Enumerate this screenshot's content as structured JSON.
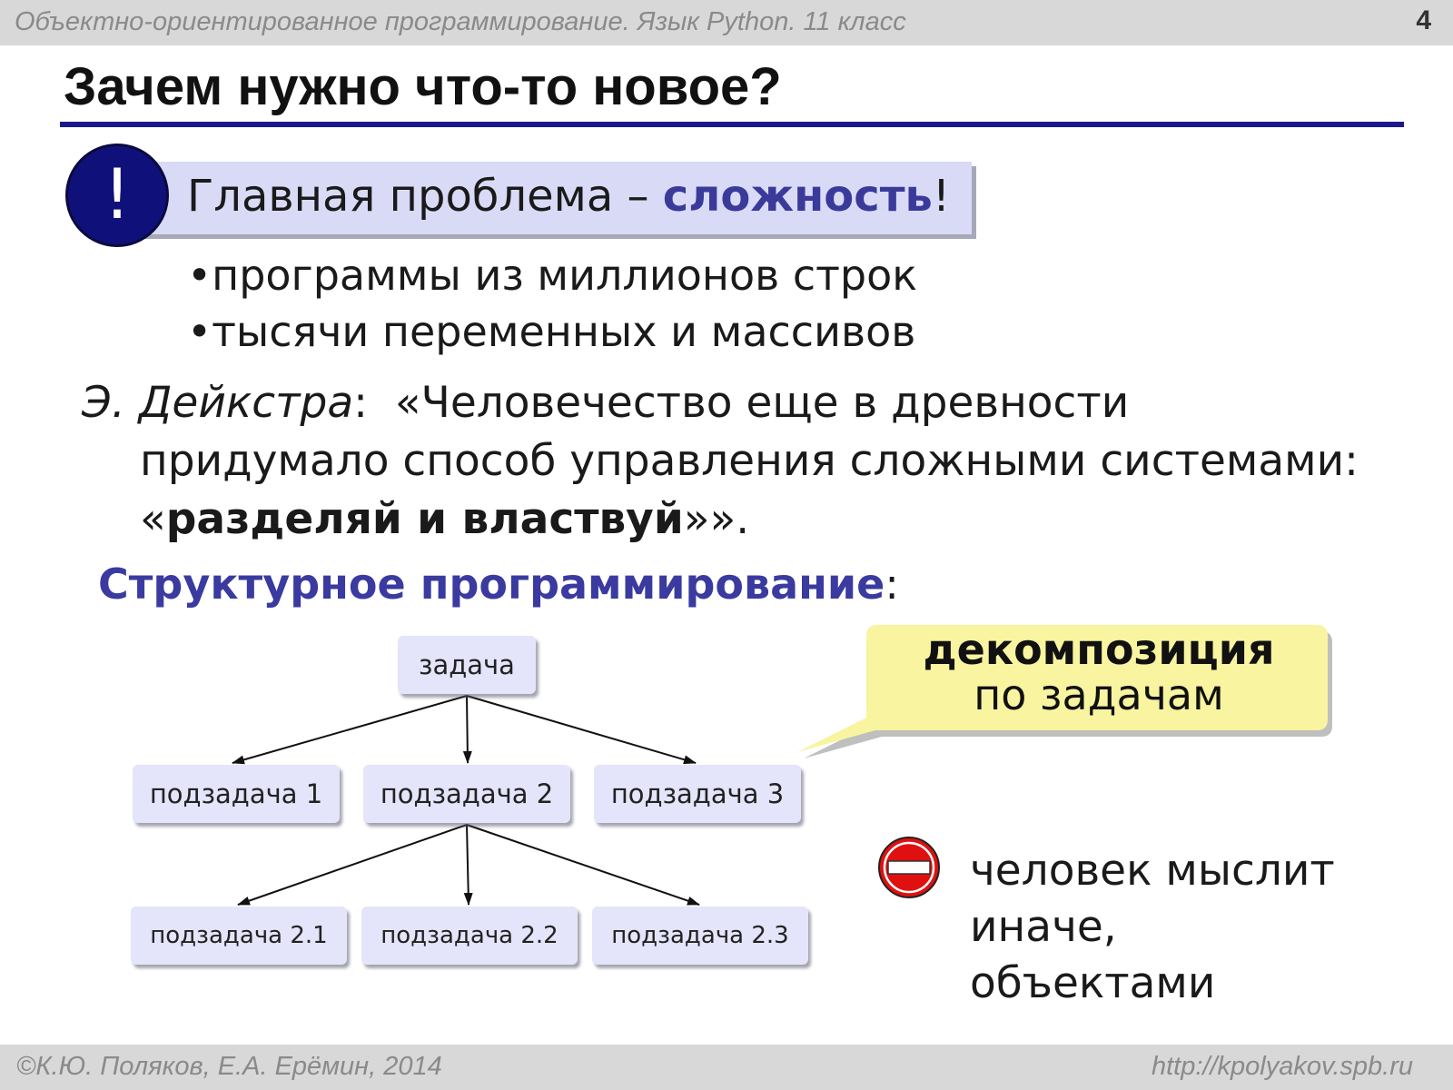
{
  "header": {
    "course": "Объектно-ориентированное программирование. Язык Python. 11 класс",
    "page_number": "4"
  },
  "slide": {
    "title": "Зачем нужно что-то новое?",
    "problem": {
      "icon": "exclamation-icon",
      "prefix": "Главная проблема – ",
      "highlight": "сложность",
      "suffix": "!"
    },
    "bullets": [
      "•программы из миллионов строк",
      "•тысячи переменных и массивов"
    ],
    "quote": {
      "author": "Э. Дейкстра",
      "colon": ":",
      "line1": "  «Человечество еще в древности",
      "line2": "придумало способ управления сложными системами:",
      "open": "«",
      "bold": "разделяй и властвуй",
      "close": "»»."
    },
    "structured": {
      "label": "Структурное программирование",
      "colon": ":"
    },
    "tree": {
      "root": "задача",
      "level1": [
        "подзадача 1",
        "подзадача 2",
        "подзадача 3"
      ],
      "level2": [
        "подзадача 2.1",
        "подзадача 2.2",
        "подзадача 2.3"
      ]
    },
    "callout": {
      "bold": "декомпозиция",
      "normal": "по задачам",
      "color": "#f8f4a0"
    },
    "human_note": {
      "icon": "stop-icon",
      "lines": [
        "человек мыслит",
        "иначе,",
        "объектами"
      ]
    }
  },
  "footer": {
    "copyright": "©К.Ю. Поляков, Е.А. Ерёмин, 2014",
    "url": "http://kpolyakov.spb.ru"
  }
}
